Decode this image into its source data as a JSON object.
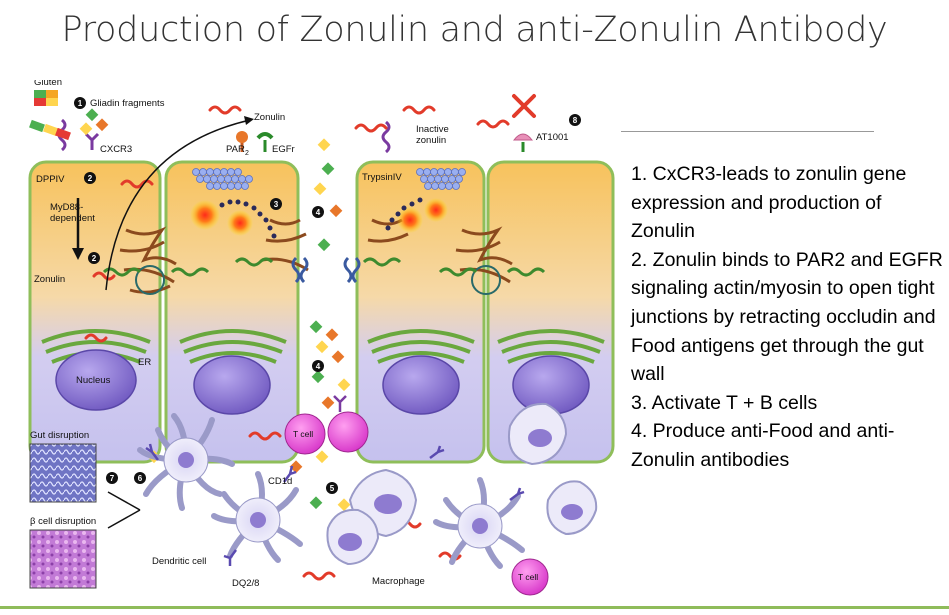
{
  "title": "Production of Zonulin and anti-Zonulin Antibody",
  "steps": [
    "1. CxCR3-leads to zonulin gene expression and production of Zonulin",
    "2. Zonulin binds to PAR2 and EGFR signaling actin/myosin to open tight junctions by retracting occludin and Food antigens get through the gut wall",
    "3. Activate T + B cells",
    "4. Produce anti-Food and anti-Zonulin antibodies"
  ],
  "diagram": {
    "labels": {
      "gluten": "Gluten",
      "gliadin": "Gliadin fragments",
      "dppiv": "DPPIV",
      "cxcr3": "CXCR3",
      "myd88": "MyD88-",
      "dependent": "dependent",
      "zonulin_cell": "Zonulin",
      "zonulin_top": "Zonulin",
      "nucleus": "Nucleus",
      "er": "ER",
      "par": "PAR",
      "par_sub": "2",
      "egfr": "EGFr",
      "inactive": "Inactive",
      "inactive_zonulin": "zonulin",
      "trypsin": "TrypsinIV",
      "at1001": "AT1001",
      "gut_disruption": "Gut disruption",
      "beta_disruption": "β cell disruption",
      "cd1d": "CD1d",
      "dendritic": "Dendritic cell",
      "dq": "DQ2/8",
      "macrophage": "Macrophage",
      "tcell1": "T cell",
      "tcell2": "T cell"
    },
    "numbers": {
      "n1": "1",
      "n2a": "2",
      "n2b": "2",
      "n3": "3",
      "n4a": "4",
      "n4b": "4",
      "n5": "5",
      "n6": "6",
      "n7": "7",
      "n8": "8"
    },
    "colors": {
      "cell_top": "#f7c86a",
      "cell_bottom": "#c9c6ee",
      "cell_border": "#8fbe5a",
      "nucleus": "#8e7bd0",
      "zonulin": "#e23b2a",
      "accent_green": "#5aae3a"
    }
  }
}
